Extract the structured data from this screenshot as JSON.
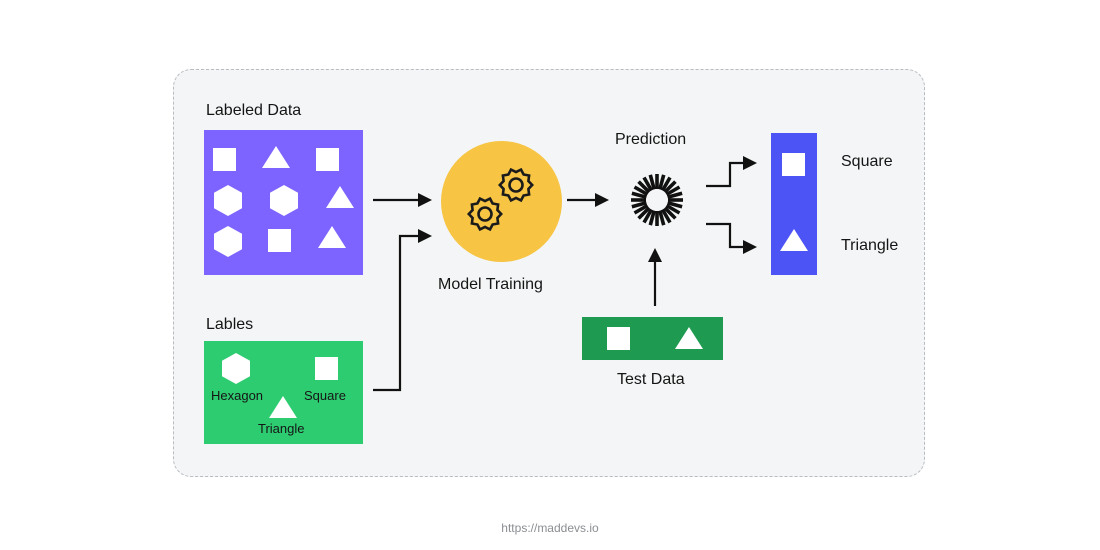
{
  "labeled_data": {
    "title": "Labeled Data",
    "color": "#7d63ff"
  },
  "labels": {
    "title": "Lables",
    "color": "#2ecc71",
    "hexagon": "Hexagon",
    "square": "Square",
    "triangle": "Triangle"
  },
  "model": {
    "title": "Model Training",
    "color": "#f7c444",
    "icon": "gears-icon"
  },
  "prediction": {
    "title": "Prediction",
    "icon": "sunburst-icon"
  },
  "test_data": {
    "title": "Test Data",
    "color": "#1e9b50"
  },
  "output": {
    "color": "#4c54f5",
    "square": "Square",
    "triangle": "Triangle"
  },
  "footer": {
    "url": "https://maddevs.io"
  }
}
